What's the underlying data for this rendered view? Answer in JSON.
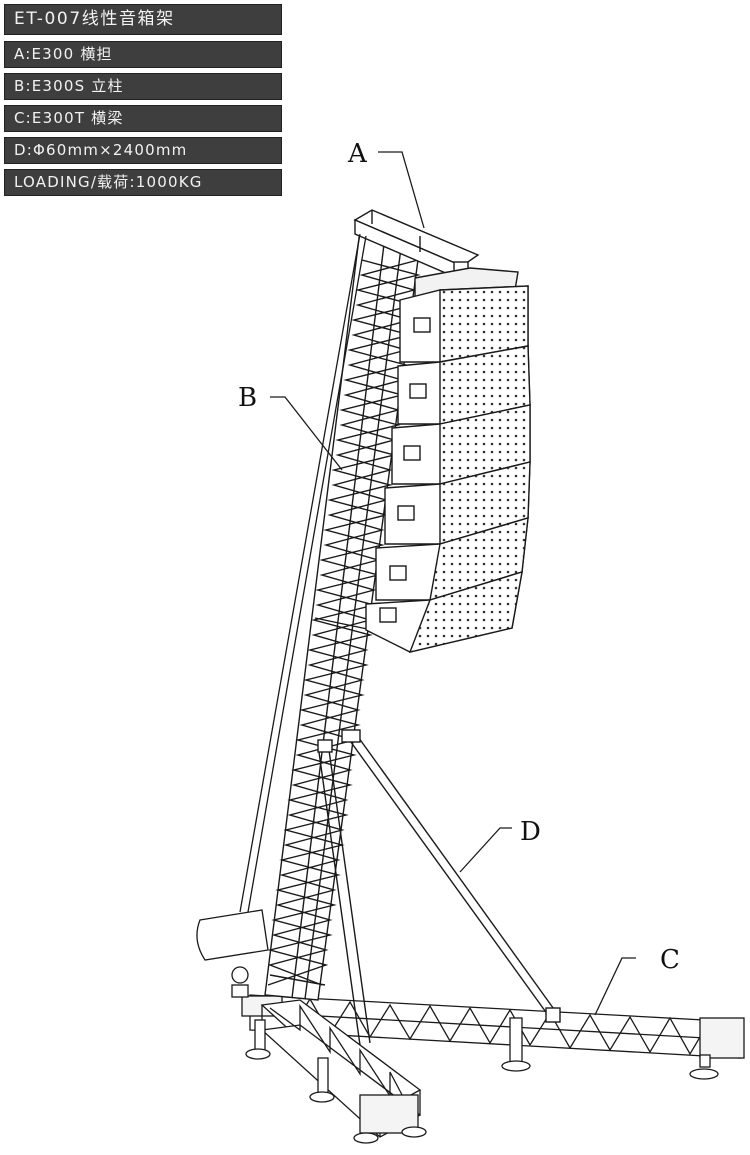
{
  "spec": {
    "title": "ET-007线性音箱架",
    "lines": [
      "A:E300 横担",
      "B:E300S 立柱",
      "C:E300T 横梁",
      "D:Φ60mm×2400mm",
      "LOADING/载荷:1000KG"
    ]
  },
  "callouts": [
    "A",
    "B",
    "C",
    "D"
  ],
  "colors": {
    "panel_bg": "#3e3e3e",
    "panel_text": "#f2f2f2",
    "line": "#1a1a1a"
  }
}
